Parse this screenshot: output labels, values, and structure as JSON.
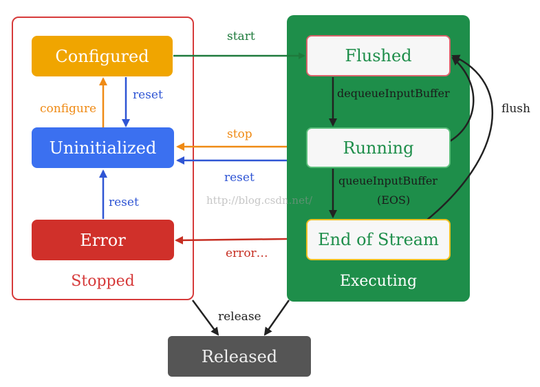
{
  "groups": {
    "stopped": "Stopped",
    "executing": "Executing"
  },
  "states": {
    "configured": "Configured",
    "uninitialized": "Uninitialized",
    "error": "Error",
    "flushed": "Flushed",
    "running": "Running",
    "end_of_stream": "End of Stream",
    "released": "Released"
  },
  "transitions": {
    "start": "start",
    "configure": "configure",
    "reset_configured": "reset",
    "reset_error": "reset",
    "stop": "stop",
    "reset_executing": "reset",
    "error": "error…",
    "dequeue": "dequeueInputBuffer",
    "queue": "queueInputBuffer",
    "queue_eos": "(EOS)",
    "flush": "flush",
    "release": "release"
  },
  "watermark": "http://blog.csdn.net/",
  "colors": {
    "stopped_border": "#d63a3a",
    "executing_bg": "#1e8e4a",
    "configured": "#f0a500",
    "uninitialized": "#3b70f0",
    "error": "#d0302a",
    "released": "#555555",
    "green_text": "#1e8e4a",
    "orange": "#ef8a14",
    "blue": "#2f55d4",
    "red": "#c62e22"
  }
}
